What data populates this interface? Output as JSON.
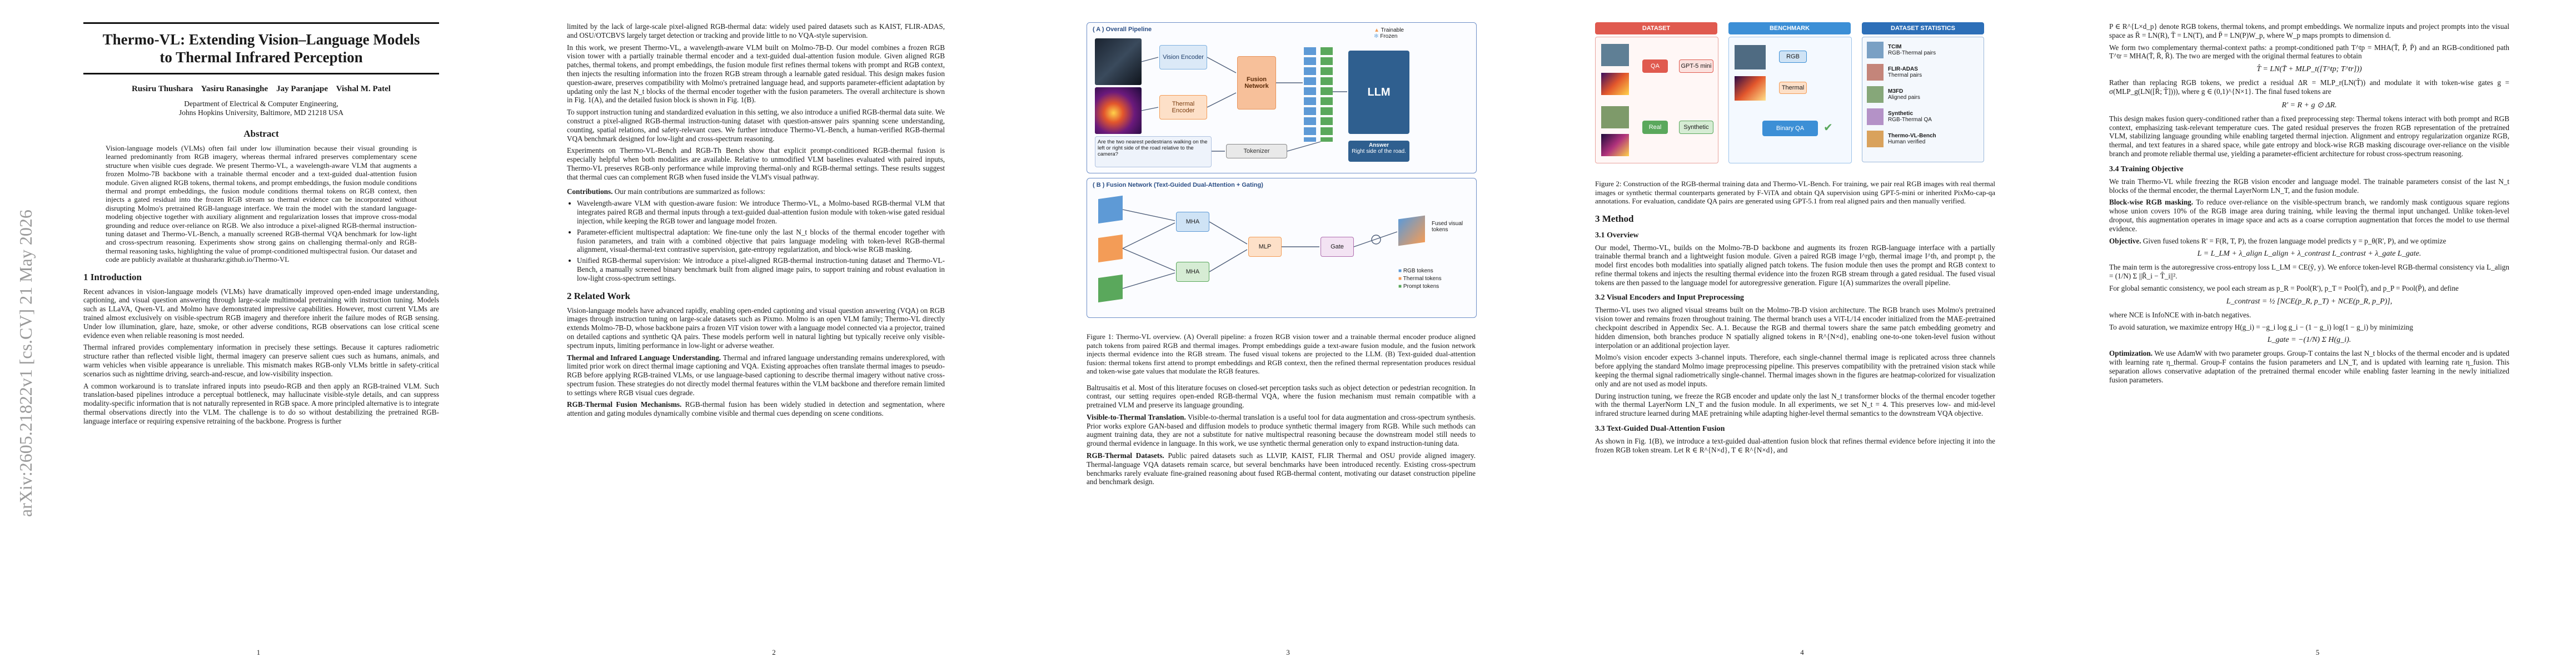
{
  "arxiv_stamp": "arXiv:2605.21822v1 [cs.CV] 21 May 2026",
  "page1": {
    "title": "Thermo-VL: Extending Vision–Language Models to Thermal Infrared Perception",
    "authors": "Rusiru Thushara    Yasiru Ranasinghe    Jay Paranjape    Vishal M. Patel",
    "affiliation1": "Department of Electrical & Computer Engineering,",
    "affiliation2": "Johns Hopkins University, Baltimore, MD 21218 USA",
    "abstract_heading": "Abstract",
    "abstract": "Vision-language models (VLMs) often fail under low illumination because their visual grounding is learned predominantly from RGB imagery, whereas thermal infrared preserves complementary scene structure when visible cues degrade. We present Thermo-VL, a wavelength-aware VLM that augments a frozen Molmo-7B backbone with a trainable thermal encoder and a text-guided dual-attention fusion module. Given aligned RGB tokens, thermal tokens, and prompt embeddings, the fusion module conditions thermal and prompt embeddings, the fusion module conditions thermal tokens on RGB context, then injects a gated residual into the frozen RGB stream so thermal evidence can be incorporated without disrupting Molmo's pretrained RGB-language interface. We train the model with the standard language-modeling objective together with auxiliary alignment and regularization losses that improve cross-modal grounding and reduce over-reliance on RGB. We also introduce a pixel-aligned RGB-thermal instruction-tuning dataset and Thermo-VL-Bench, a manually screened RGB-thermal VQA benchmark for low-light and cross-spectrum reasoning. Experiments show strong gains on challenging thermal-only and RGB-thermal reasoning tasks, highlighting the value of prompt-conditioned multispectral fusion. Our dataset and code are publicly available at thushararkr.github.io/Thermo-VL",
    "intro_heading": "1   Introduction",
    "intro_p1": "Recent advances in vision-language models (VLMs) have dramatically improved open-ended image understanding, captioning, and visual question answering through large-scale multimodal pretraining with instruction tuning. Models such as LLaVA, Qwen-VL and Molmo have demonstrated impressive capabilities. However, most current VLMs are trained almost exclusively on visible-spectrum RGB imagery and therefore inherit the failure modes of RGB sensing. Under low illumination, glare, haze, smoke, or other adverse conditions, RGB observations can lose critical scene evidence even when reliable reasoning is most needed.",
    "intro_p2": "Thermal infrared provides complementary information in precisely these settings. Because it captures radiometric structure rather than reflected visible light, thermal imagery can preserve salient cues such as humans, animals, and warm vehicles when visible appearance is unreliable. This mismatch makes RGB-only VLMs brittle in safety-critical scenarios such as nighttime driving, search-and-rescue, and low-visibility inspection.",
    "intro_p3": "A common workaround is to translate infrared inputs into pseudo-RGB and then apply an RGB-trained VLM. Such translation-based pipelines introduce a perceptual bottleneck, may hallucinate visible-style details, and can suppress modality-specific information that is not naturally represented in RGB space. A more principled alternative is to integrate thermal observations directly into the VLM. The challenge is to do so without destabilizing the pretrained RGB-language interface or requiring expensive retraining of the backbone. Progress is further",
    "page_number": "1"
  },
  "page2": {
    "p1": "limited by the lack of large-scale pixel-aligned RGB-thermal data: widely used paired datasets such as KAIST, FLIR-ADAS, and OSU/OTCBVS largely target detection or tracking and provide little to no VQA-style supervision.",
    "p2": "In this work, we present Thermo-VL, a wavelength-aware VLM built on Molmo-7B-D. Our model combines a frozen RGB vision tower with a partially trainable thermal encoder and a text-guided dual-attention fusion module. Given aligned RGB patches, thermal tokens, and prompt embeddings, the fusion module first refines thermal tokens with prompt and RGB context, then injects the resulting information into the frozen RGB stream through a learnable gated residual. This design makes fusion question-aware, preserves compatibility with Molmo's pretrained language head, and supports parameter-efficient adaptation by updating only the last N_t blocks of the thermal encoder together with the fusion parameters. The overall architecture is shown in Fig. 1(A), and the detailed fusion block is shown in Fig. 1(B).",
    "p3": "To support instruction tuning and standardized evaluation in this setting, we also introduce a unified RGB-thermal data suite. We construct a pixel-aligned RGB-thermal instruction-tuning dataset with question-answer pairs spanning scene understanding, counting, spatial relations, and safety-relevant cues. We further introduce Thermo-VL-Bench, a human-verified RGB-thermal VQA benchmark designed for low-light and cross-spectrum reasoning.",
    "p4": "Experiments on Thermo-VL-Bench and RGB-Th Bench show that explicit prompt-conditioned RGB-thermal fusion is especially helpful when both modalities are available. Relative to unmodified VLM baselines evaluated with paired inputs, Thermo-VL preserves RGB-only performance while improving thermal-only and RGB-thermal settings. These results suggest that thermal cues can complement RGB when fused inside the VLM's visual pathway.",
    "contrib_heading": "Contributions.",
    "contrib_lead": "Our main contributions are summarized as follows:",
    "contribs": [
      "Wavelength-aware VLM with question-aware fusion: We introduce Thermo-VL, a Molmo-based RGB-thermal VLM that integrates paired RGB and thermal inputs through a text-guided dual-attention fusion module with token-wise gated residual injection, while keeping the RGB tower and language model frozen.",
      "Parameter-efficient multispectral adaptation: We fine-tune only the last N_t blocks of the thermal encoder together with fusion parameters, and train with a combined objective that pairs language modeling with token-level RGB-thermal alignment, visual-thermal-text contrastive supervision, gate-entropy regularization, and block-wise RGB masking.",
      "Unified RGB-thermal supervision: We introduce a pixel-aligned RGB-thermal instruction-tuning dataset and Thermo-VL-Bench, a manually screened binary benchmark built from aligned image pairs, to support training and robust evaluation in low-light cross-spectrum settings."
    ],
    "related_heading": "2   Related Work",
    "related_p1": "Vision-language models have advanced rapidly, enabling open-ended captioning and visual question answering (VQA) on RGB images through instruction tuning on large-scale datasets such as Pixmo. Molmo is an open VLM family; Thermo-VL directly extends Molmo-7B-D, whose backbone pairs a frozen ViT vision tower with a language model connected via a projector, trained on detailed captions and synthetic QA pairs. These models perform well in natural lighting but typically receive only visible-spectrum inputs, limiting performance in low-light or adverse weather.",
    "related_thermal_heading": "Thermal and Infrared Language Understanding.",
    "related_p2": "Thermal and infrared language understanding remains underexplored, with limited prior work on direct thermal image captioning and VQA. Existing approaches often translate thermal images to pseudo-RGB before applying RGB-trained VLMs, or use language-based captioning to describe thermal imagery without native cross-spectrum fusion. These strategies do not directly model thermal features within the VLM backbone and therefore remain limited to settings where RGB visual cues degrade.",
    "related_fusion_heading": "RGB-Thermal Fusion Mechanisms.",
    "related_p3": "RGB-thermal fusion has been widely studied in detection and segmentation, where attention and gating modules dynamically combine visible and thermal cues depending on scene conditions.",
    "page_number": "2"
  },
  "page3": {
    "figA_label": "( A )  Overall Pipeline",
    "figB_label": "( B )  Fusion Network (Text-Guided Dual-Attention + Gating)",
    "legend_trainable": "Trainable",
    "legend_frozen": "Frozen",
    "vision_encoder": "Vision Encoder",
    "thermal_encoder": "Thermal Encoder",
    "fusion_network": "Fusion Network",
    "tokenizer": "Tokenizer",
    "llm": "LLM",
    "answer_label": "Answer",
    "answer_text": "Right side of the road.",
    "question": "Are the two nearest pedestrians walking on the left or right side of the road relative to the camera?",
    "rgb_tokens": "RGB tokens",
    "thermal_tokens": "Thermal tokens",
    "prompt_tokens": "Prompt tokens",
    "fused_tokens": "Fused visual tokens",
    "mha1": "MHA",
    "mha2": "MHA",
    "mlp": "MLP",
    "gate": "Gate",
    "caption": "Figure 1: Thermo-VL overview. (A) Overall pipeline: a frozen RGB vision tower and a trainable thermal encoder produce aligned patch tokens from paired RGB and thermal images. Prompt embeddings guide a text-aware fusion module, and the fusion network injects thermal evidence into the RGB stream. The fused visual tokens are projected to the LLM. (B) Text-guided dual-attention fusion: thermal tokens first attend to prompt embeddings and RGB context, then the refined thermal representation produces residual and token-wise gate values that modulate the RGB features.",
    "p1": "Baltrusaitis et al. Most of this literature focuses on closed-set perception tasks such as object detection or pedestrian recognition. In contrast, our setting requires open-ended RGB-thermal VQA, where the fusion mechanism must remain compatible with a pretrained VLM and preserve its language grounding.",
    "visible_heading": "Visible-to-Thermal Translation.",
    "p2": "Visible-to-thermal translation is a useful tool for data augmentation and cross-spectrum synthesis. Prior works explore GAN-based and diffusion models to produce synthetic thermal imagery from RGB. While such methods can augment training data, they are not a substitute for native multispectral reasoning because the downstream model still needs to ground thermal evidence in language. In this work, we use synthetic thermal generation only to expand instruction-tuning data.",
    "datasets_heading": "RGB-Thermal Datasets.",
    "p3": "Public paired datasets such as LLVIP, KAIST, FLIR Thermal and OSU provide aligned imagery. Thermal-language VQA datasets remain scarce, but several benchmarks have been introduced recently. Existing cross-spectrum benchmarks rarely evaluate fine-grained reasoning about fused RGB-thermal content, motivating our dataset construction pipeline and benchmark design.",
    "page_number": "3"
  },
  "page4": {
    "col_dataset": "DATASET",
    "col_benchmark": "BENCHMARK",
    "col_stats": "DATASET STATISTICS",
    "stats": [
      {
        "name": "TCIM",
        "sub": "RGB-Thermal pairs"
      },
      {
        "name": "FLIR-ADAS",
        "sub": "Thermal pairs"
      },
      {
        "name": "M3FD",
        "sub": "Aligned pairs"
      },
      {
        "name": "Synthetic",
        "sub": "RGB-Thermal QA"
      },
      {
        "name": "Thermo-VL-Bench",
        "sub": "Human verified"
      }
    ],
    "flow_labels": [
      "RGB",
      "Thermal",
      "QA",
      "GPT-5 mini",
      "Real",
      "Synthetic",
      "Binary QA"
    ],
    "caption": "Figure 2: Construction of the RGB-thermal training data and Thermo-VL-Bench. For training, we pair real RGB images with real thermal images or synthetic thermal counterparts generated by F-ViTA and obtain QA supervision using GPT-5-mini or inherited PixMo-cap-qa annotations. For evaluation, candidate QA pairs are generated using GPT-5.1 from real aligned pairs and then manually verified.",
    "method_heading": "3   Method",
    "overview_heading": "3.1   Overview",
    "overview": "Our model, Thermo-VL, builds on the Molmo-7B-D backbone and augments its frozen RGB-language interface with a partially trainable thermal branch and a lightweight fusion module. Given a paired RGB image I^rgb, thermal image I^th, and prompt p, the model first encodes both modalities into spatially aligned patch tokens. The fusion module then uses the prompt and RGB context to refine thermal tokens and injects the resulting thermal evidence into the frozen RGB stream through a gated residual. The fused visual tokens are then passed to the language model for autoregressive generation. Figure 1(A) summarizes the overall pipeline.",
    "encoders_heading": "3.2   Visual Encoders and Input Preprocessing",
    "encoders": "Thermo-VL uses two aligned visual streams built on the Molmo-7B-D vision architecture. The RGB branch uses Molmo's pretrained vision tower and remains frozen throughout training. The thermal branch uses a ViT-L/14 encoder initialized from the MAE-pretrained checkpoint described in Appendix Sec. A.1. Because the RGB and thermal towers share the same patch embedding geometry and hidden dimension, both branches produce N spatially aligned tokens in R^{N×d}, enabling one-to-one token-level fusion without interpolation or an additional projection layer.",
    "encoders2": "Molmo's vision encoder expects 3-channel inputs. Therefore, each single-channel thermal image is replicated across three channels before applying the standard Molmo image preprocessing pipeline. This preserves compatibility with the pretrained vision stack while keeping the thermal signal radiometrically single-channel. Thermal images shown in the figures are heatmap-colorized for visualization only and are not used as model inputs.",
    "encoders3": "During instruction tuning, we freeze the RGB encoder and update only the last N_t transformer blocks of the thermal encoder together with the thermal LayerNorm LN_T and the fusion module. In all experiments, we set N_t = 4. This preserves low- and mid-level infrared structure learned during MAE pretraining while adapting higher-level thermal semantics to the downstream VQA objective.",
    "fusion_heading": "3.3   Text-Guided Dual-Attention Fusion",
    "fusion": "As shown in Fig. 1(B), we introduce a text-guided dual-attention fusion block that refines thermal evidence before injecting it into the frozen RGB token stream. Let R ∈ R^{N×d}, T ∈ R^{N×d}, and",
    "page_number": "4"
  },
  "page5": {
    "p1": "P ∈ R^{L×d_p} denote RGB tokens, thermal tokens, and prompt embeddings. We normalize inputs and project prompts into the visual space as R̄ = LN(R), T̄ = LN(T), and P̄ = LN(P)W_p, where W_p maps prompts to dimension d.",
    "p2": "We form two complementary thermal-context paths: a prompt-conditioned path T^tp = MHA(T̄, P̄, P̄) and an RGB-conditioned path T^tr = MHA(T̄, R̄, R̄). The two are merged with the original thermal features to obtain",
    "eq1": "T̂ = LN(T̄ + MLP_t([T^tp; T^tr]))",
    "p3": "Rather than replacing RGB tokens, we predict a residual ΔR = MLP_r(LN(T̂)) and modulate it with token-wise gates g = σ(MLP_g(LN([R̄; T̂]))), where g ∈ (0,1)^{N×1}. The final fused tokens are",
    "eq2": "R' = R + g ⊙ ΔR.",
    "p4": "This design makes fusion query-conditioned rather than a fixed preprocessing step: Thermal tokens interact with both prompt and RGB context, emphasizing task-relevant temperature cues. The gated residual preserves the frozen RGB representation of the pretrained VLM, stabilizing language grounding while enabling targeted thermal injection. Alignment and entropy regularization organize RGB, thermal, and text features in a shared space, while gate entropy and block-wise RGB masking discourage over-reliance on the visible branch and promote reliable thermal use, yielding a parameter-efficient architecture for robust cross-spectrum reasoning.",
    "training_heading": "3.4   Training Objective",
    "training": "We train Thermo-VL while freezing the RGB vision encoder and language model. The trainable parameters consist of the last N_t blocks of the thermal encoder, the thermal LayerNorm LN_T, and the fusion module.",
    "masking_heading": "Block-wise RGB masking.",
    "masking": "To reduce over-reliance on the visible-spectrum branch, we randomly mask contiguous square regions whose union covers 10% of the RGB image area during training, while leaving the thermal input unchanged. Unlike token-level dropout, this augmentation operates in image space and acts as a coarse corruption augmentation that forces the model to use thermal evidence.",
    "objective_heading": "Objective.",
    "objective": "Given fused tokens R' = F(R, T, P), the frozen language model predicts y = p_θ(R', P), and we optimize",
    "eq3": "L = L_LM + λ_align L_align + λ_contrast L_contrast + λ_gate L_gate.",
    "p5": "The main term is the autoregressive cross-entropy loss L_LM = CE(ŷ, y). We enforce token-level RGB-thermal consistency via L_align = (1/N) Σ ||R̄_i − T̂_i||².",
    "p6": "For global semantic consistency, we pool each stream as p_R = Pool(R'), p_T = Pool(T̂), and p_P = Pool(P̄), and define",
    "eq4": "L_contrast = ½ [NCE(p_R, p_T) + NCE(p_R, p_P)],",
    "p7": "where NCE is InfoNCE with in-batch negatives.",
    "p8": "To avoid saturation, we maximize entropy H(g_i) = −g_i log g_i − (1 − g_i) log(1 − g_i) by minimizing",
    "eq5": "L_gate = −(1/N) Σ H(g_i).",
    "optim_heading": "Optimization.",
    "optim": "We use AdamW with two parameter groups. Group-T contains the last N_t blocks of the thermal encoder and is updated with learning rate η_thermal. Group-F contains the fusion parameters and LN_T, and is updated with learning rate η_fusion. This separation allows conservative adaptation of the pretrained thermal encoder while enabling faster learning in the newly initialized fusion parameters.",
    "page_number": "5"
  },
  "colors": {
    "trainable": "#f39c57",
    "frozen": "#7fb2e0",
    "fusion": "#e7935a",
    "llm": "#2f5f8f",
    "figA_border": "#4f79b8",
    "figB_border": "#4f79b8",
    "dataset_header": "#e05a4f",
    "benchmark_header": "#3c8fd6",
    "stats_header": "#2d6fb8",
    "green": "#5aa85c"
  }
}
